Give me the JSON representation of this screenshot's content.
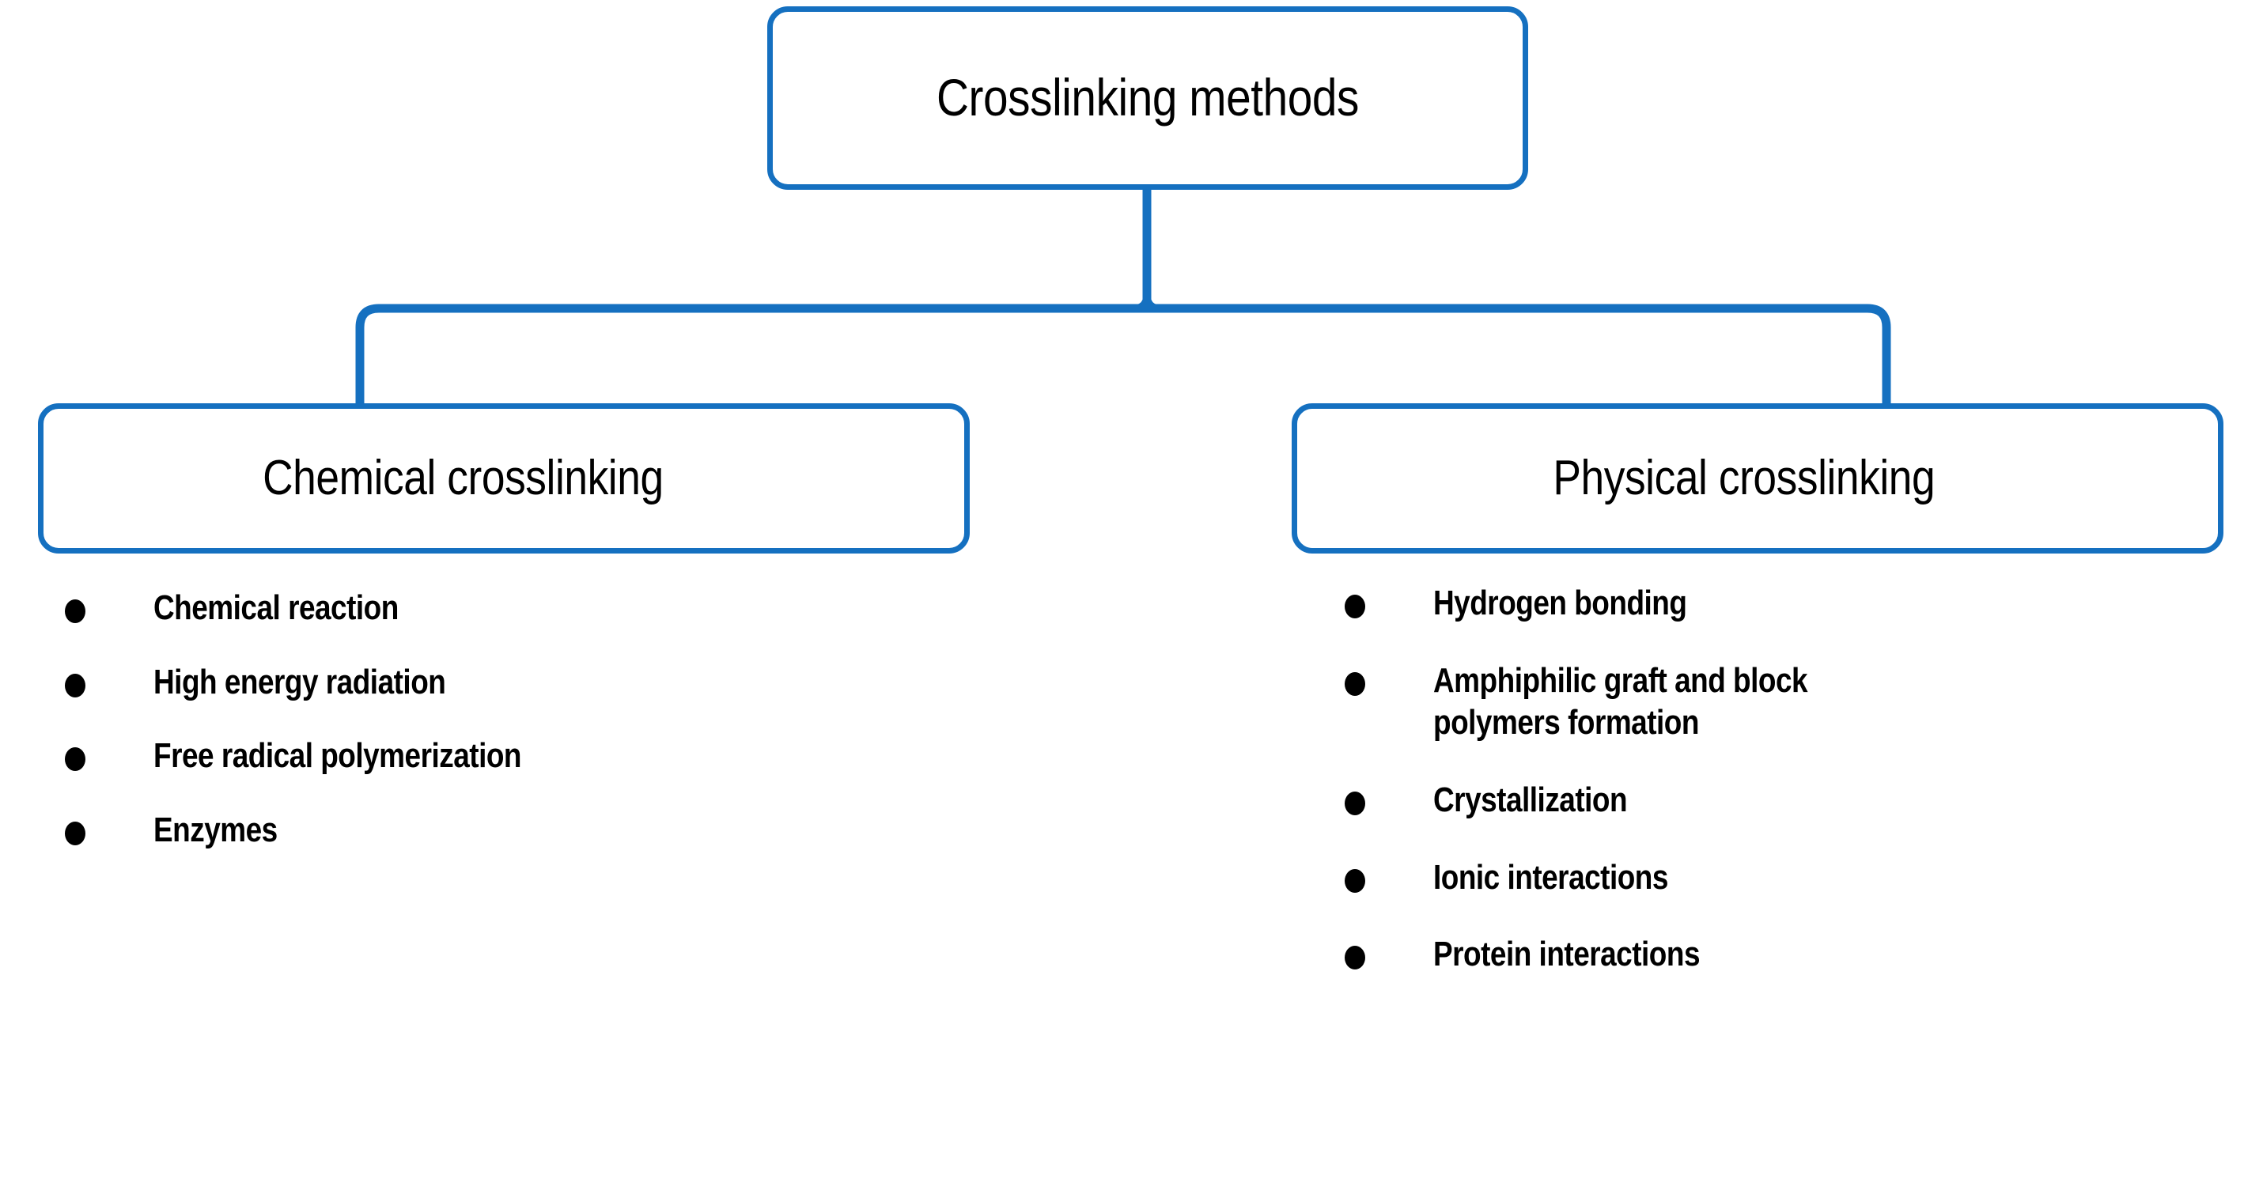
{
  "diagram": {
    "title": "Crosslinking methods",
    "accent_color": "#1570c0",
    "text_color": "#000000",
    "background_color": "#ffffff",
    "root": {
      "label": "Crosslinking methods"
    },
    "branches": [
      {
        "id": "chemical",
        "label": "Chemical crosslinking",
        "items": [
          {
            "label": "Chemical reaction"
          },
          {
            "label": "High energy radiation"
          },
          {
            "label": "Free radical polymerization"
          },
          {
            "label": "Enzymes"
          }
        ]
      },
      {
        "id": "physical",
        "label": "Physical crosslinking",
        "items": [
          {
            "label": "Hydrogen bonding"
          },
          {
            "label": "Amphiphilic graft and block\npolymers formation"
          },
          {
            "label": "Crystallization"
          },
          {
            "label": "Ionic interactions"
          },
          {
            "label": "Protein interactions"
          }
        ]
      }
    ]
  }
}
